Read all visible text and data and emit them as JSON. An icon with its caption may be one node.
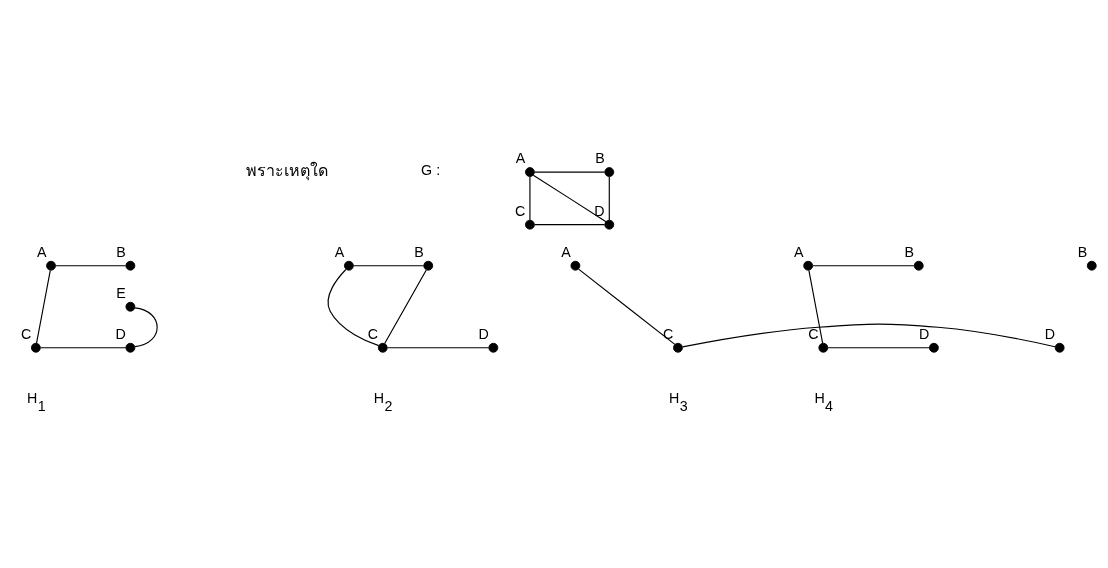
{
  "diagram": {
    "nodes": [
      {
        "text": [],
        "shape": "circle",
        "beside": [
          "A"
        ]
      },
      {
        "text": [],
        "shape": "circle",
        "beside": [
          "B"
        ]
      },
      {
        "text": [],
        "shape": "circle",
        "beside": [
          "C"
        ]
      },
      {
        "text": [],
        "shape": "circle",
        "beside": [
          "D"
        ]
      },
      {
        "text": [],
        "shape": "circle",
        "beside": [
          "A"
        ]
      },
      {
        "text": [],
        "shape": "circle",
        "beside": [
          "B"
        ]
      },
      {
        "text": [],
        "shape": "circle",
        "beside": [
          "E"
        ]
      },
      {
        "text": [],
        "shape": "circle",
        "beside": [
          "C"
        ]
      },
      {
        "text": [],
        "shape": "circle",
        "beside": [
          "D"
        ]
      },
      {
        "text": [],
        "shape": "circle",
        "beside": [
          "A"
        ]
      },
      {
        "text": [],
        "shape": "circle",
        "beside": [
          "B"
        ]
      },
      {
        "text": [],
        "shape": "circle",
        "beside": [
          "C"
        ]
      },
      {
        "text": [],
        "shape": "circle",
        "beside": [
          "D"
        ]
      },
      {
        "text": [],
        "shape": "circle",
        "beside": [
          "A"
        ]
      },
      {
        "text": [],
        "shape": "circle",
        "beside": [
          "B"
        ]
      },
      {
        "text": [],
        "shape": "circle",
        "beside": [
          "C"
        ]
      },
      {
        "text": [],
        "shape": "circle",
        "beside": [
          "D"
        ]
      },
      {
        "text": [],
        "shape": "circle",
        "beside": [
          "A"
        ]
      },
      {
        "text": [],
        "shape": "circle",
        "beside": [
          "B"
        ]
      },
      {
        "text": [],
        "shape": "circle",
        "beside": [
          "C"
        ]
      },
      {
        "text": [],
        "shape": "circle",
        "beside": [
          "D"
        ]
      }
    ],
    "edges": [
      {
        "from": 0,
        "to": 1,
        "arrow": "none"
      },
      {
        "from": 0,
        "to": 2,
        "arrow": "none"
      },
      {
        "from": 0,
        "to": 3,
        "arrow": "none"
      },
      {
        "from": 1,
        "to": 3,
        "arrow": "none"
      },
      {
        "from": 2,
        "to": 3,
        "arrow": "none"
      },
      {
        "from": 4,
        "to": 5,
        "arrow": "none"
      },
      {
        "from": 4,
        "to": 7,
        "arrow": "none"
      },
      {
        "from": 7,
        "to": 8,
        "arrow": "none"
      },
      {
        "from": 6,
        "to": 8,
        "arrow": "none"
      },
      {
        "from": 9,
        "to": 10,
        "arrow": "none"
      },
      {
        "from": 9,
        "to": 11,
        "arrow": "none"
      },
      {
        "from": 11,
        "to": 10,
        "arrow": "none"
      },
      {
        "from": 11,
        "to": 12,
        "arrow": "none"
      },
      {
        "from": 13,
        "to": 15,
        "arrow": "none"
      },
      {
        "from": 15,
        "to": 16,
        "arrow": "none"
      },
      {
        "from": 17,
        "to": 18,
        "arrow": "none"
      },
      {
        "from": 17,
        "to": 19,
        "arrow": "none"
      },
      {
        "from": 19,
        "to": 20,
        "arrow": "none"
      }
    ],
    "labels": [
      "พราะเหตุใด",
      "G :",
      "H$_{1}$",
      "H$_{2}$",
      "H$_{3}$",
      "H$_{4}$"
    ]
  }
}
